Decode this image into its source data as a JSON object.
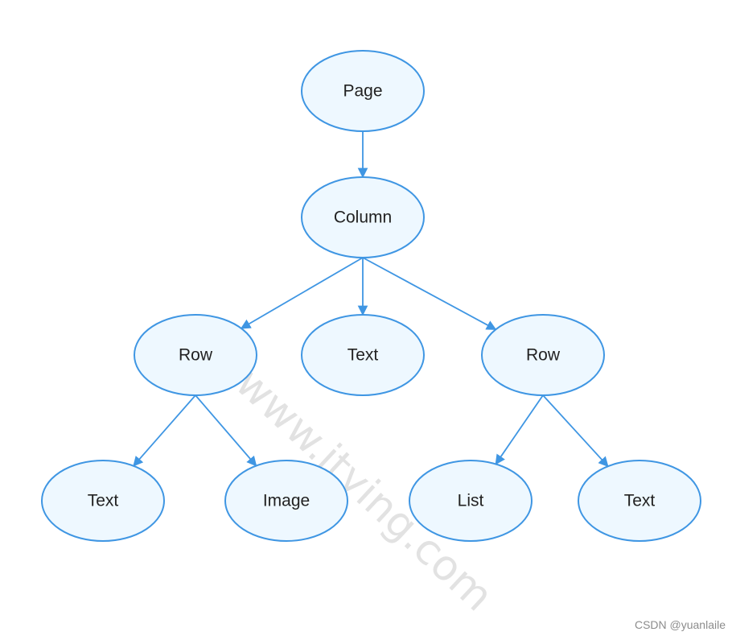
{
  "diagram": {
    "nodes": [
      {
        "id": "page",
        "label": "Page"
      },
      {
        "id": "column",
        "label": "Column"
      },
      {
        "id": "row-left",
        "label": "Row"
      },
      {
        "id": "text-mid",
        "label": "Text"
      },
      {
        "id": "row-right",
        "label": "Row"
      },
      {
        "id": "text-left",
        "label": "Text"
      },
      {
        "id": "image",
        "label": "Image"
      },
      {
        "id": "list",
        "label": "List"
      },
      {
        "id": "text-right",
        "label": "Text"
      }
    ],
    "edges": [
      {
        "from": "page",
        "to": "column"
      },
      {
        "from": "column",
        "to": "row-left"
      },
      {
        "from": "column",
        "to": "text-mid"
      },
      {
        "from": "column",
        "to": "row-right"
      },
      {
        "from": "row-left",
        "to": "text-left"
      },
      {
        "from": "row-left",
        "to": "image"
      },
      {
        "from": "row-right",
        "to": "list"
      },
      {
        "from": "row-right",
        "to": "text-right"
      }
    ],
    "colors": {
      "node_fill": "#eef8ff",
      "node_stroke": "#3f96e3",
      "edge": "#3f96e3"
    }
  },
  "watermark": "www.itying.com",
  "credit": "CSDN @yuanlaile"
}
